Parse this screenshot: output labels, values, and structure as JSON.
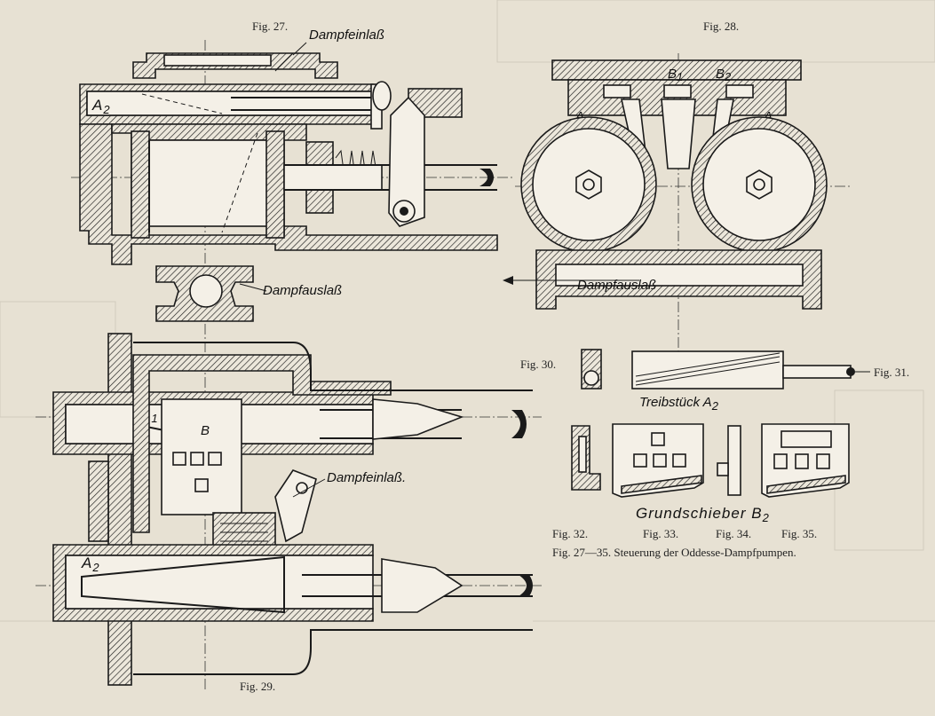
{
  "figures": {
    "fig27": {
      "caption": "Fig. 27.",
      "labels": {
        "inlet": "Dampfeinlaß",
        "outlet": "Dampfauslaß",
        "a2": "A",
        "a2_sub": "2"
      }
    },
    "fig28": {
      "caption": "Fig. 28.",
      "labels": {
        "outlet": "Dampfauslaß",
        "b1": "B",
        "b1_sub": "1",
        "b2": "B",
        "b2_sub": "2",
        "a1": "A",
        "a2": "A"
      }
    },
    "fig29": {
      "caption": "Fig. 29.",
      "labels": {
        "inlet": "Dampfeinlaß.",
        "a1": "A",
        "a1_sub": "1",
        "b": "B",
        "a2": "A",
        "a2_sub": "2"
      }
    },
    "fig30": {
      "caption": "Fig. 30."
    },
    "fig31": {
      "caption": "Fig. 31.",
      "title": "Treibstück A",
      "title_sub": "2"
    },
    "fig32": {
      "caption": "Fig. 32."
    },
    "fig33": {
      "caption": "Fig. 33."
    },
    "fig34": {
      "caption": "Fig. 34."
    },
    "fig35": {
      "caption": "Fig. 35."
    },
    "group": {
      "title": "Grundschieber B",
      "title_sub": "2"
    },
    "summary_caption": "Fig. 27—35. Steuerung der Oddesse-Dampfpumpen."
  },
  "colors": {
    "paper": "#e7e1d3",
    "ink": "#1a1a1a"
  }
}
